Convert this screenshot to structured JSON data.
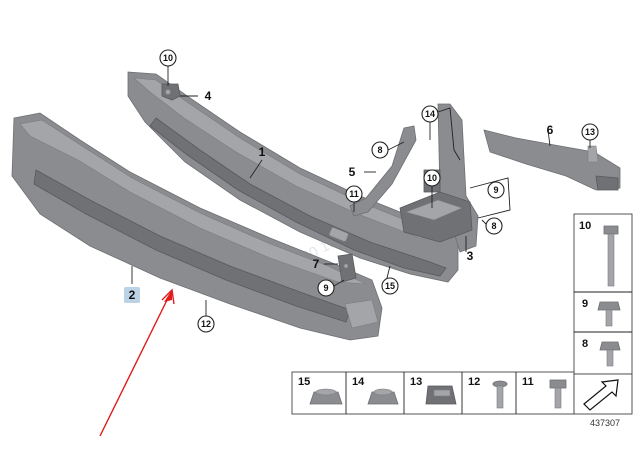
{
  "parts": {
    "main_labels": [
      "1",
      "2",
      "3",
      "4",
      "5",
      "6",
      "7"
    ],
    "callouts": [
      "10",
      "14",
      "8",
      "13",
      "11",
      "10",
      "9",
      "8",
      "9",
      "15",
      "12"
    ]
  },
  "legend": {
    "right_column": [
      "10",
      "9",
      "8"
    ],
    "bottom_row": [
      "15",
      "14",
      "13",
      "12",
      "11"
    ]
  },
  "diagram_id": "437307",
  "watermark": "15.04.20  13:50",
  "highlight_color": "#bcd3e6",
  "arrow_color": "#e11a1a"
}
